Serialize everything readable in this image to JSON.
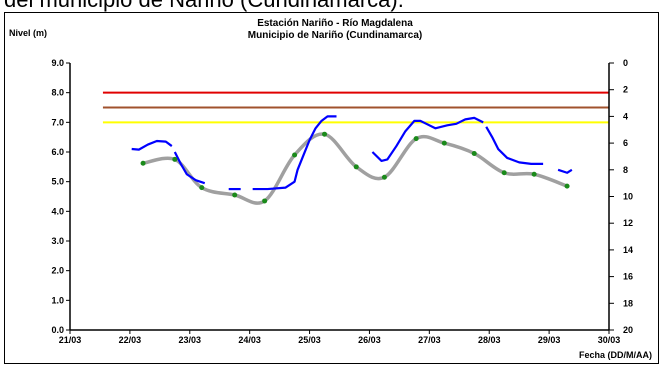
{
  "caption": "del municipio de Nariño (Cundinamarca).",
  "chart_data": {
    "type": "line",
    "title": "Estación Nariño  - Río Magdalena",
    "subtitle": "Municipio de Nariño (Cundinamarca)",
    "ylabel": "Nivel (m)",
    "xlabel": "Fecha (DD/M/AA)",
    "y2label": "",
    "ylim": [
      0,
      9
    ],
    "y2lim": [
      0,
      20
    ],
    "x_ticks": [
      "21/03",
      "22/03",
      "23/03",
      "24/03",
      "25/03",
      "26/03",
      "27/03",
      "28/03",
      "29/03",
      "30/03"
    ],
    "y_ticks": [
      "0.0",
      "1.0",
      "2.0",
      "3.0",
      "4.0",
      "5.0",
      "6.0",
      "7.0",
      "8.0",
      "9.0"
    ],
    "y2_ticks": [
      "0",
      "2",
      "4",
      "6",
      "8",
      "10",
      "12",
      "14",
      "16",
      "18",
      "20"
    ],
    "grid": false,
    "thresholds": [
      {
        "value": 8.0,
        "color": "#e00000"
      },
      {
        "value": 7.5,
        "color": "#a0522d"
      },
      {
        "value": 7.0,
        "color": "#ffff00"
      }
    ],
    "threshold_x_range": [
      0.55,
      9.0
    ],
    "series": [
      {
        "style": "observed",
        "color": "#0000ff",
        "segments": [
          [
            [
              1.03,
              6.1
            ],
            [
              1.15,
              6.08
            ],
            [
              1.3,
              6.25
            ],
            [
              1.45,
              6.37
            ],
            [
              1.6,
              6.35
            ],
            [
              1.7,
              6.2
            ]
          ],
          [
            [
              1.75,
              6.0
            ],
            [
              1.85,
              5.6
            ],
            [
              1.95,
              5.25
            ],
            [
              2.1,
              5.05
            ],
            [
              2.25,
              4.95
            ]
          ],
          [
            [
              2.65,
              4.75
            ],
            [
              2.85,
              4.75
            ]
          ],
          [
            [
              3.05,
              4.75
            ],
            [
              3.3,
              4.75
            ],
            [
              3.6,
              4.8
            ],
            [
              3.75,
              5.0
            ],
            [
              3.8,
              5.4
            ],
            [
              3.9,
              5.9
            ],
            [
              4.0,
              6.4
            ],
            [
              4.1,
              6.8
            ],
            [
              4.2,
              7.05
            ],
            [
              4.3,
              7.2
            ],
            [
              4.45,
              7.2
            ]
          ],
          [
            [
              5.05,
              6.0
            ],
            [
              5.2,
              5.7
            ],
            [
              5.3,
              5.75
            ],
            [
              5.45,
              6.2
            ],
            [
              5.6,
              6.7
            ],
            [
              5.75,
              7.05
            ],
            [
              5.85,
              7.05
            ],
            [
              5.95,
              6.95
            ],
            [
              6.1,
              6.8
            ],
            [
              6.3,
              6.9
            ],
            [
              6.45,
              6.95
            ],
            [
              6.6,
              7.1
            ],
            [
              6.75,
              7.15
            ],
            [
              6.85,
              7.05
            ],
            [
              6.9,
              7.0
            ]
          ],
          [
            [
              6.95,
              6.85
            ],
            [
              7.05,
              6.5
            ],
            [
              7.15,
              6.1
            ],
            [
              7.3,
              5.8
            ],
            [
              7.5,
              5.65
            ],
            [
              7.7,
              5.6
            ],
            [
              7.9,
              5.6
            ]
          ],
          [
            [
              8.15,
              5.4
            ],
            [
              8.3,
              5.3
            ],
            [
              8.38,
              5.4
            ]
          ]
        ]
      },
      {
        "style": "forecast",
        "color": "#a0a0a0",
        "points": [
          [
            1.22,
            5.62
          ],
          [
            1.75,
            5.75
          ],
          [
            2.2,
            4.8
          ],
          [
            2.75,
            4.55
          ],
          [
            3.25,
            4.35
          ],
          [
            3.75,
            5.9
          ],
          [
            4.25,
            6.6
          ],
          [
            4.78,
            5.5
          ],
          [
            5.25,
            5.15
          ],
          [
            5.78,
            6.45
          ],
          [
            6.25,
            6.3
          ],
          [
            6.75,
            5.95
          ],
          [
            7.25,
            5.3
          ],
          [
            7.75,
            5.25
          ],
          [
            8.3,
            4.85
          ]
        ],
        "marker_color": "#1a8a1a"
      }
    ]
  }
}
